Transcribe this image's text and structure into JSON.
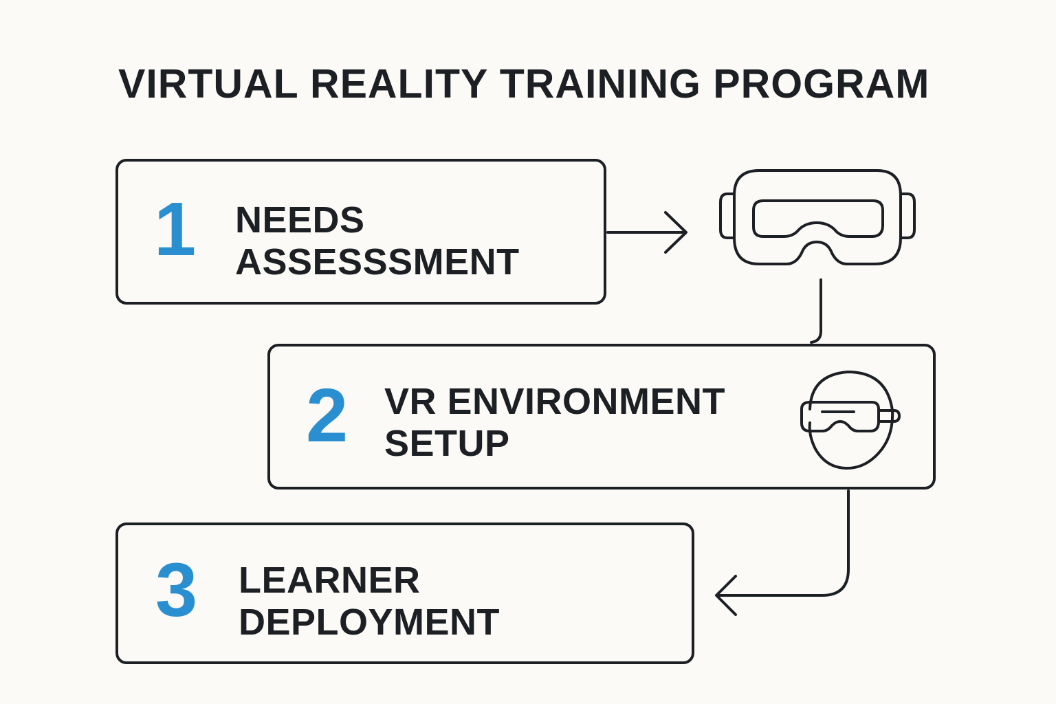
{
  "title": "VIRTUAL REALITY TRAINING PROGRAM",
  "steps": [
    {
      "number": "1",
      "label_line1": "NEEDS",
      "label_line2": "ASSESSSMENT"
    },
    {
      "number": "2",
      "label_line1": "VR ENVIRONMENT",
      "label_line2": "SETUP"
    },
    {
      "number": "3",
      "label_line1": "LEARNER",
      "label_line2": "DEPLOYMENT"
    }
  ],
  "icons": {
    "step1_side": "vr-headset-icon",
    "step2_side": "vr-user-icon"
  },
  "colors": {
    "accent": "#2a8fd1",
    "ink": "#1c2024",
    "background": "#fbfaf6"
  }
}
